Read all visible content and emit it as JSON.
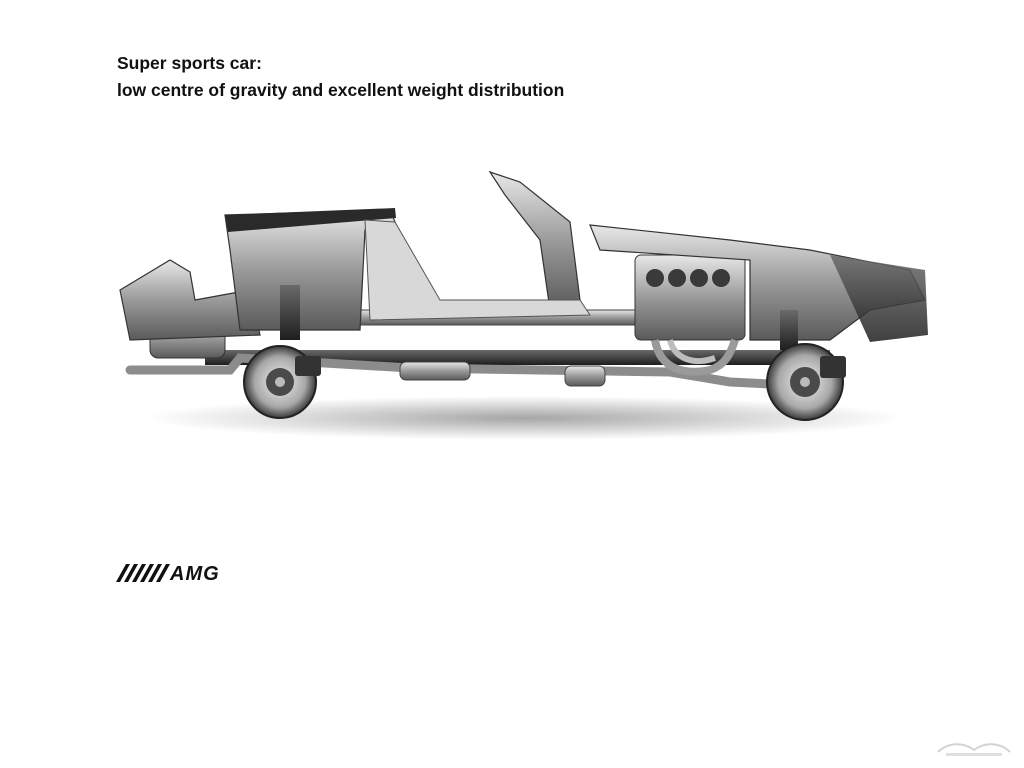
{
  "headline": {
    "line1": "Super sports car:",
    "line2": "low centre of gravity and excellent weight distribution"
  },
  "logo": {
    "brand": "AMG"
  },
  "colors": {
    "text": "#111111",
    "background": "#ffffff"
  }
}
